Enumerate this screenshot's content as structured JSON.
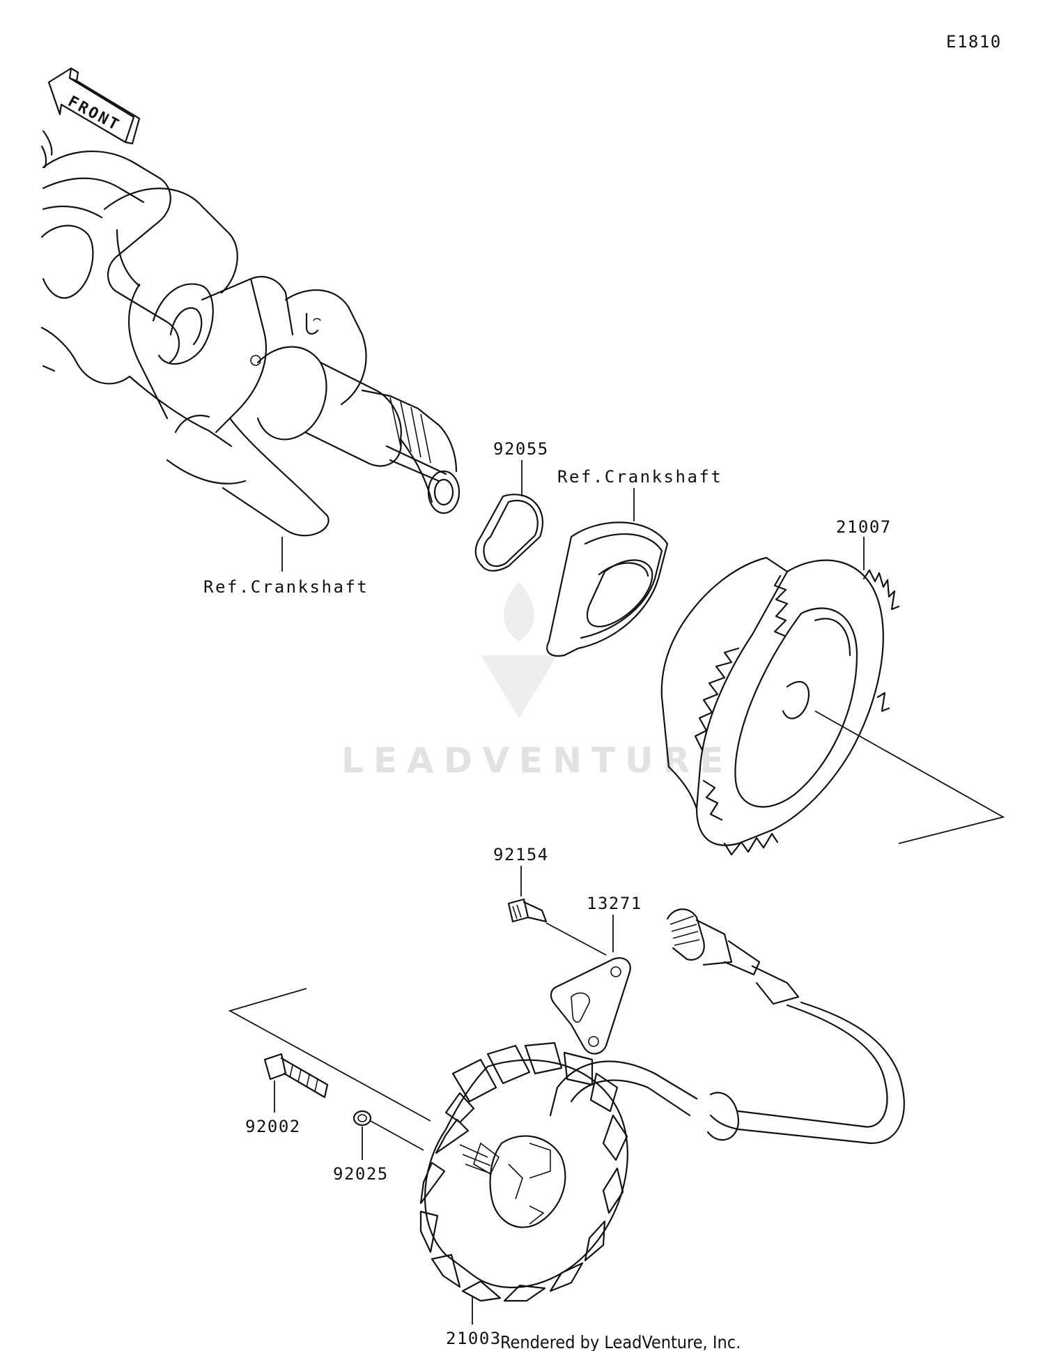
{
  "diagram_code": "E1810",
  "front_label": "FRONT",
  "labels": {
    "p92055": "92055",
    "ref_crankshaft_seal": "Ref.Crankshaft",
    "ref_crankshaft_shaft": "Ref.Crankshaft",
    "p21007": "21007",
    "p92154": "92154",
    "p13271": "13271",
    "p92002": "92002",
    "p92025": "92025",
    "p21003": "21003"
  },
  "watermark": "LEADVENTURE",
  "footer": "Rendered by LeadVenture, Inc."
}
